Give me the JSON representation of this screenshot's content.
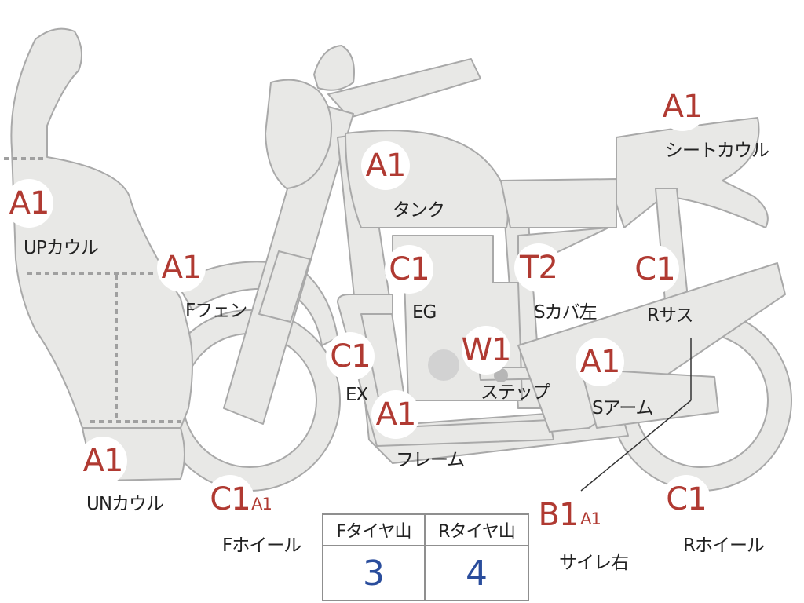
{
  "parts": [
    {
      "id": "up-cowl",
      "grade": "A1",
      "name": "UPカウル"
    },
    {
      "id": "f-fender",
      "grade": "A1",
      "name": "Fフェン"
    },
    {
      "id": "tank",
      "grade": "A1",
      "name": "タンク"
    },
    {
      "id": "engine",
      "grade": "C1",
      "name": "EG"
    },
    {
      "id": "s-cover-left",
      "grade": "T2",
      "name": "Sカバ左"
    },
    {
      "id": "seat-cowl",
      "grade": "A1",
      "name": "シートカウル"
    },
    {
      "id": "r-suspension",
      "grade": "C1",
      "name": "Rサス"
    },
    {
      "id": "exhaust",
      "grade": "C1",
      "name": "EX"
    },
    {
      "id": "step",
      "grade": "W1",
      "name": "ステップ"
    },
    {
      "id": "swing-arm",
      "grade": "A1",
      "name": "Sアーム"
    },
    {
      "id": "frame",
      "grade": "A1",
      "name": "フレーム"
    },
    {
      "id": "un-cowl",
      "grade": "A1",
      "name": "UNカウル"
    },
    {
      "id": "f-wheel",
      "grade": "C1",
      "grade2": "A1",
      "name": "Fホイール"
    },
    {
      "id": "silencer-right",
      "grade": "B1",
      "grade2": "A1",
      "name": "サイレ右"
    },
    {
      "id": "r-wheel",
      "grade": "C1",
      "name": "Rホイール"
    }
  ],
  "tire_table": {
    "front_header": "Fタイヤ山",
    "rear_header": "Rタイヤ山",
    "front_value": "3",
    "rear_value": "4"
  }
}
